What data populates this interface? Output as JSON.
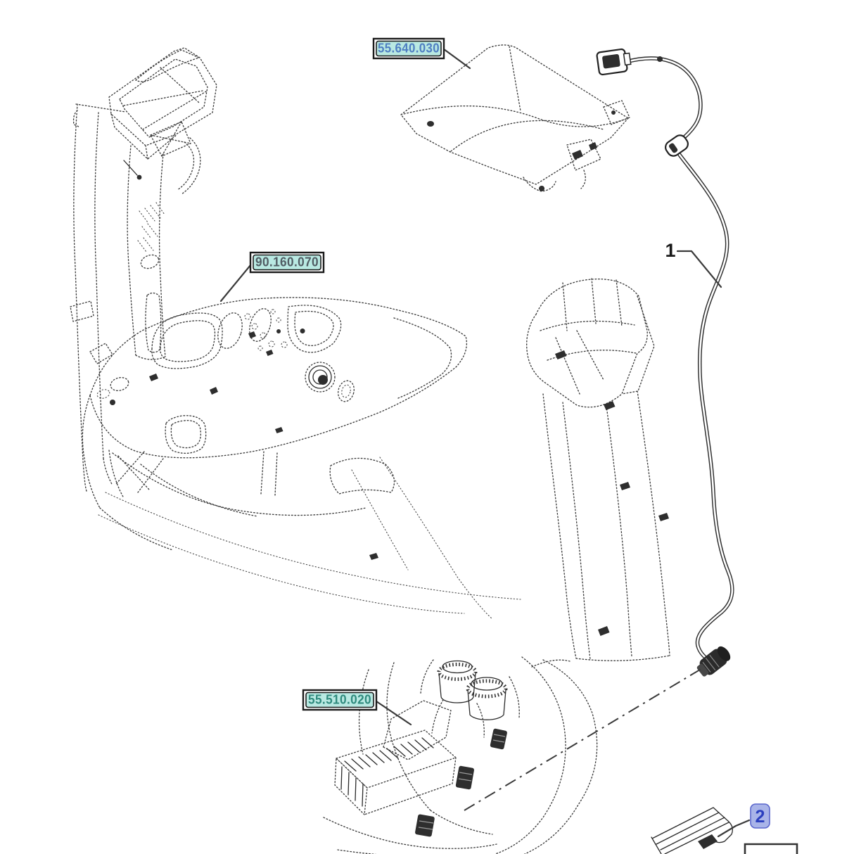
{
  "page": {
    "background": "#ffffff"
  },
  "labels": [
    {
      "text": "55.640.030",
      "text_color": "#4f7ec2",
      "bg_color": "#b9e9e2",
      "border_color": "#1b1b1b"
    },
    {
      "text": "90.160.070",
      "text_color": "#515d64",
      "bg_color": "#b9e9e2",
      "border_color": "#1b1b1b"
    },
    {
      "text": "55.510.020",
      "text_color": "#2f8a7d",
      "bg_color": "#b9e9e2",
      "border_color": "#1b1b1b"
    }
  ],
  "callouts": [
    {
      "text": "1",
      "color": "#1a1a1a",
      "highlighted": false
    },
    {
      "text": "2",
      "color": "#2b3fbf",
      "highlighted": true,
      "highlight_bg": "#a9b4e8",
      "highlight_border": "#5a66cc"
    }
  ],
  "line_art": {
    "dotted_stroke": "#3d3d3d",
    "solid_stroke": "#2a2a2a"
  }
}
